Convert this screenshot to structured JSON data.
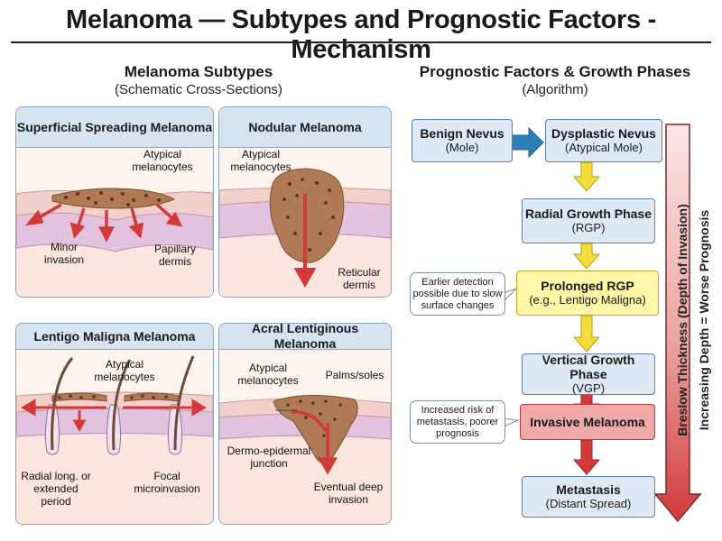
{
  "title": "Melanoma — Subtypes and Prognostic Factors - Mechanism",
  "left": {
    "title": "Melanoma Subtypes",
    "subtitle": "(Schematic Cross-Sections)",
    "panels": [
      {
        "title": "Superficial Spreading Melanoma",
        "labels": [
          "Atypical melanocytes",
          "Minor invasion",
          "Papillary dermis"
        ]
      },
      {
        "title": "Nodular Melanoma",
        "labels": [
          "Atypical melanocytes",
          "Reticular dermis"
        ]
      },
      {
        "title": "Lentigo Maligna Melanoma",
        "labels": [
          "Atypical melanocytes",
          "Radial long. or extended period",
          "Focal microinvasion"
        ]
      },
      {
        "title": "Acral Lentiginous Melanoma",
        "labels": [
          "Atypical melanocytes",
          "Palms/soles",
          "Dermo-epidermal junction",
          "Eventual deep invasion"
        ]
      }
    ]
  },
  "right": {
    "title": "Prognostic Factors & Growth Phases",
    "subtitle": "(Algorithm)",
    "steps": [
      {
        "name": "Benign Nevus",
        "sub": "(Mole)"
      },
      {
        "name": "Dysplastic Nevus",
        "sub": "(Atypical Mole)"
      },
      {
        "name": "Radial Growth Phase",
        "sub": "(RGP)"
      },
      {
        "name": "Prolonged RGP",
        "sub": "(e.g., Lentigo Maligna)"
      },
      {
        "name": "Vertical Growth Phase",
        "sub": "(VGP)"
      },
      {
        "name": "Invasive Melanoma",
        "sub": ""
      },
      {
        "name": "Metastasis",
        "sub": "(Distant Spread)"
      }
    ],
    "callouts": [
      "Earlier detection possible due to slow surface changes",
      "Increased risk of metastasis, poorer prognosis"
    ],
    "side_arrow": {
      "label1": "Breslow Thickness (Depth of Invasion)",
      "label2": "Increasing Depth = Worse Prognosis"
    }
  },
  "colors": {
    "panel_header": "#d6e4f2",
    "epidermis": "#f2d0cc",
    "dermis": "#e3c2e0",
    "lesion": "#b07a55",
    "arrow_red": "#d23a3a",
    "arrow_yellow": "#f4dc3c",
    "arrow_blue": "#2d7fb8"
  }
}
